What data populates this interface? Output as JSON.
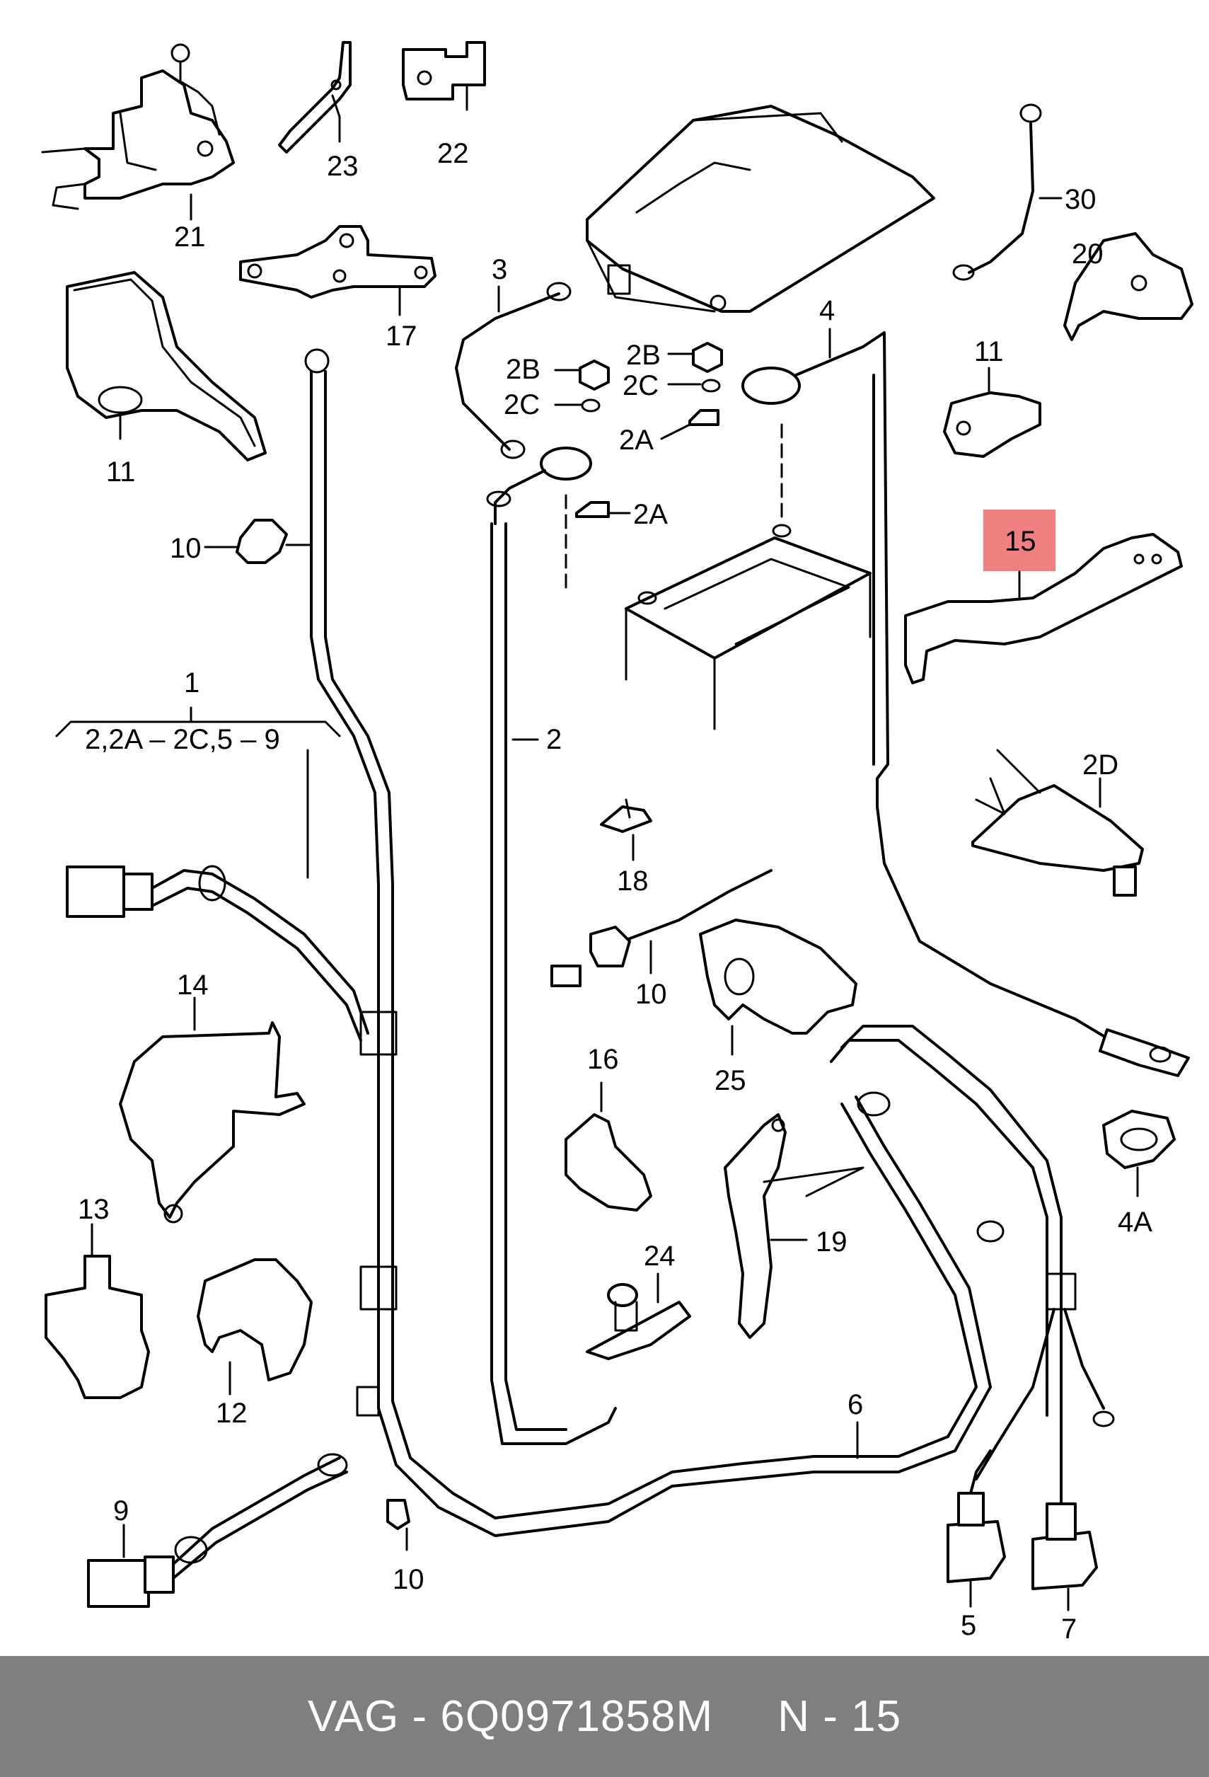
{
  "diagram": {
    "callouts": {
      "c1": "1",
      "c1_sub": "2,2A – 2C,5 – 9",
      "c2": "2",
      "c2a_top": "2A",
      "c2a_mid": "2A",
      "c2b_left": "2B",
      "c2b_right": "2B",
      "c2c_left": "2C",
      "c2c_right": "2C",
      "c2d": "2D",
      "c3": "3",
      "c4": "4",
      "c4a": "4A",
      "c5": "5",
      "c6": "6",
      "c7": "7",
      "c9": "9",
      "c10_left": "10",
      "c10_mid": "10",
      "c10_bottom": "10",
      "c11_left": "11",
      "c11_right": "11",
      "c12": "12",
      "c13": "13",
      "c14": "14",
      "c15": "15",
      "c16": "16",
      "c17": "17",
      "c18": "18",
      "c19": "19",
      "c20": "20",
      "c21": "21",
      "c22": "22",
      "c23": "23",
      "c24": "24",
      "c25": "25",
      "c30": "30"
    },
    "highlight_color": "#f08080"
  },
  "footer": {
    "text": "VAG - 6Q0971858M     N - 15",
    "background": "#7f7f7f"
  }
}
